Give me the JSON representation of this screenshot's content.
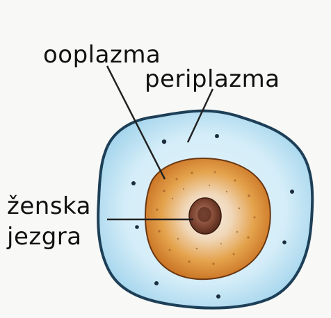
{
  "labels": {
    "ooplazma": "ooplazma",
    "periplazma": "periplazma",
    "zenska_line1": "ženska",
    "zenska_line2": "jezgra"
  },
  "colors": {
    "periplasm_fill": "#bfe3f3",
    "periplasm_outline": "#1d3f57",
    "ooplasm_fill": "#e8a24a",
    "ooplasm_outline": "#6a3612",
    "nucleus_fill": "#6e3a23",
    "line": "#222222"
  }
}
